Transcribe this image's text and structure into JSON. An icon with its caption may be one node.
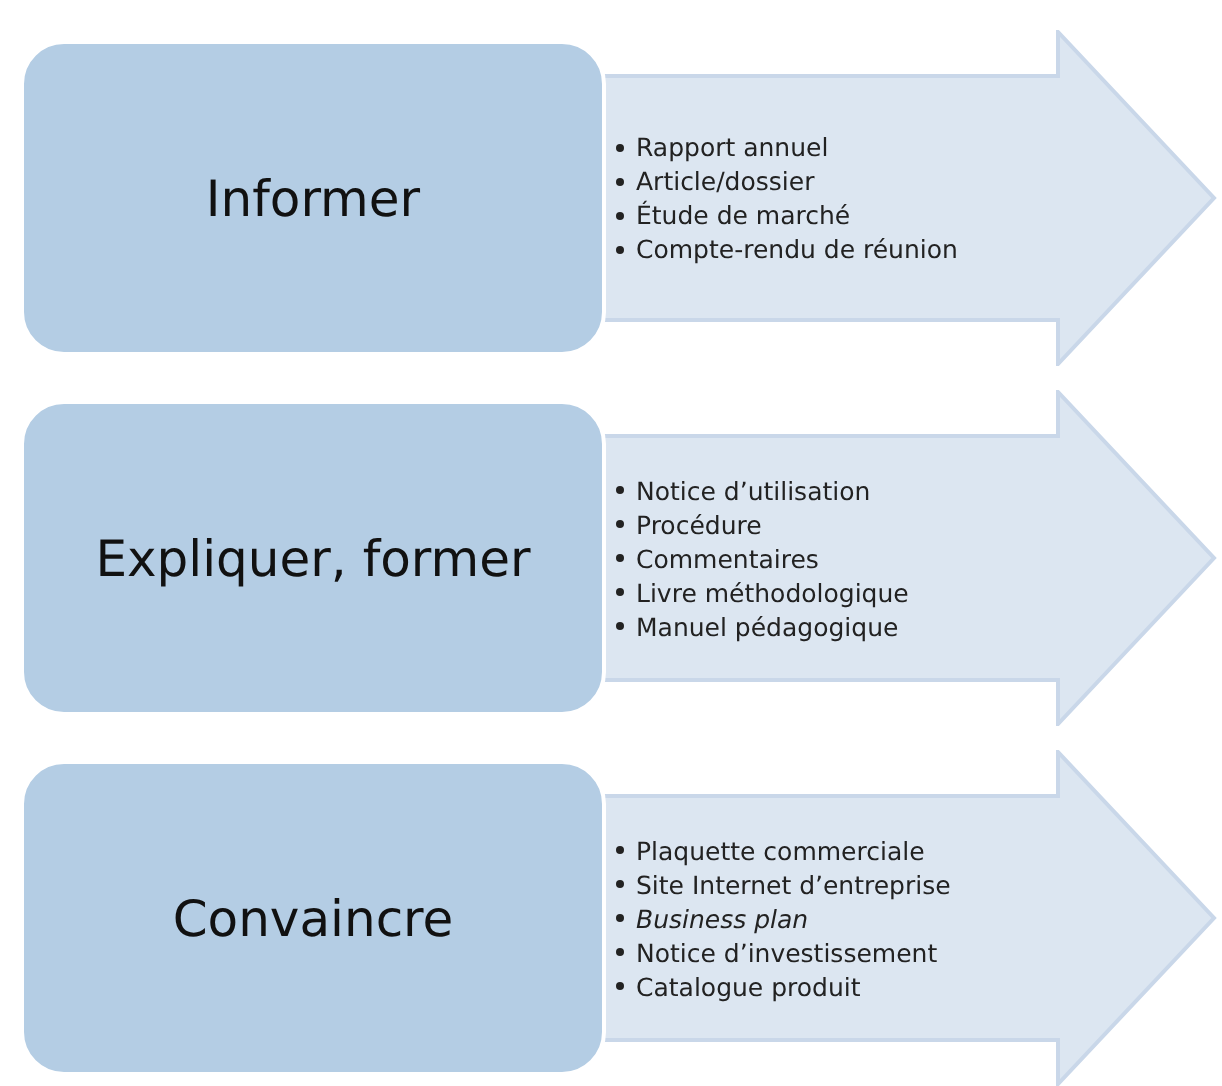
{
  "diagram": {
    "nodes": [
      {
        "text": [
          "Informer"
        ]
      },
      {
        "text": [
          "Rapport annuel",
          "Article/dossier",
          "Étude de marché",
          "Compte-rendu de réunion"
        ]
      },
      {
        "text": [
          "Expliquer, former"
        ]
      },
      {
        "text": [
          "Notice d’utilisation",
          "Procédure",
          "Commentaires",
          "Livre méthodologique",
          "Manuel pédagogique"
        ]
      },
      {
        "text": [
          "Convaincre"
        ]
      },
      {
        "text": [
          "Plaquette commerciale",
          "Site Internet d’entreprise",
          "Business plan",
          "Notice d’investissement",
          "Catalogue produit"
        ]
      }
    ]
  }
}
